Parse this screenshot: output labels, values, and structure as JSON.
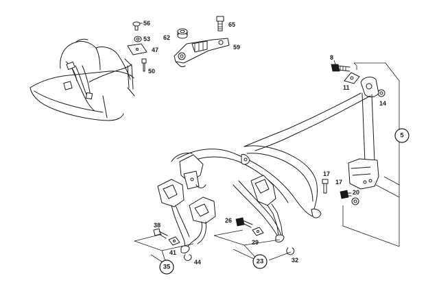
{
  "parts": {
    "p56": "56",
    "p53": "53",
    "p47": "47",
    "p50": "50",
    "p62": "62",
    "p65": "65",
    "p59": "59",
    "p8": "8",
    "p11": "11",
    "p14": "14",
    "p5": "5",
    "p17a": "17",
    "p17b": "17",
    "p20": "20",
    "p38": "38",
    "p41": "41",
    "p44": "44",
    "p35": "35",
    "p26": "26",
    "p29": "29",
    "p32": "32",
    "p23": "23"
  }
}
